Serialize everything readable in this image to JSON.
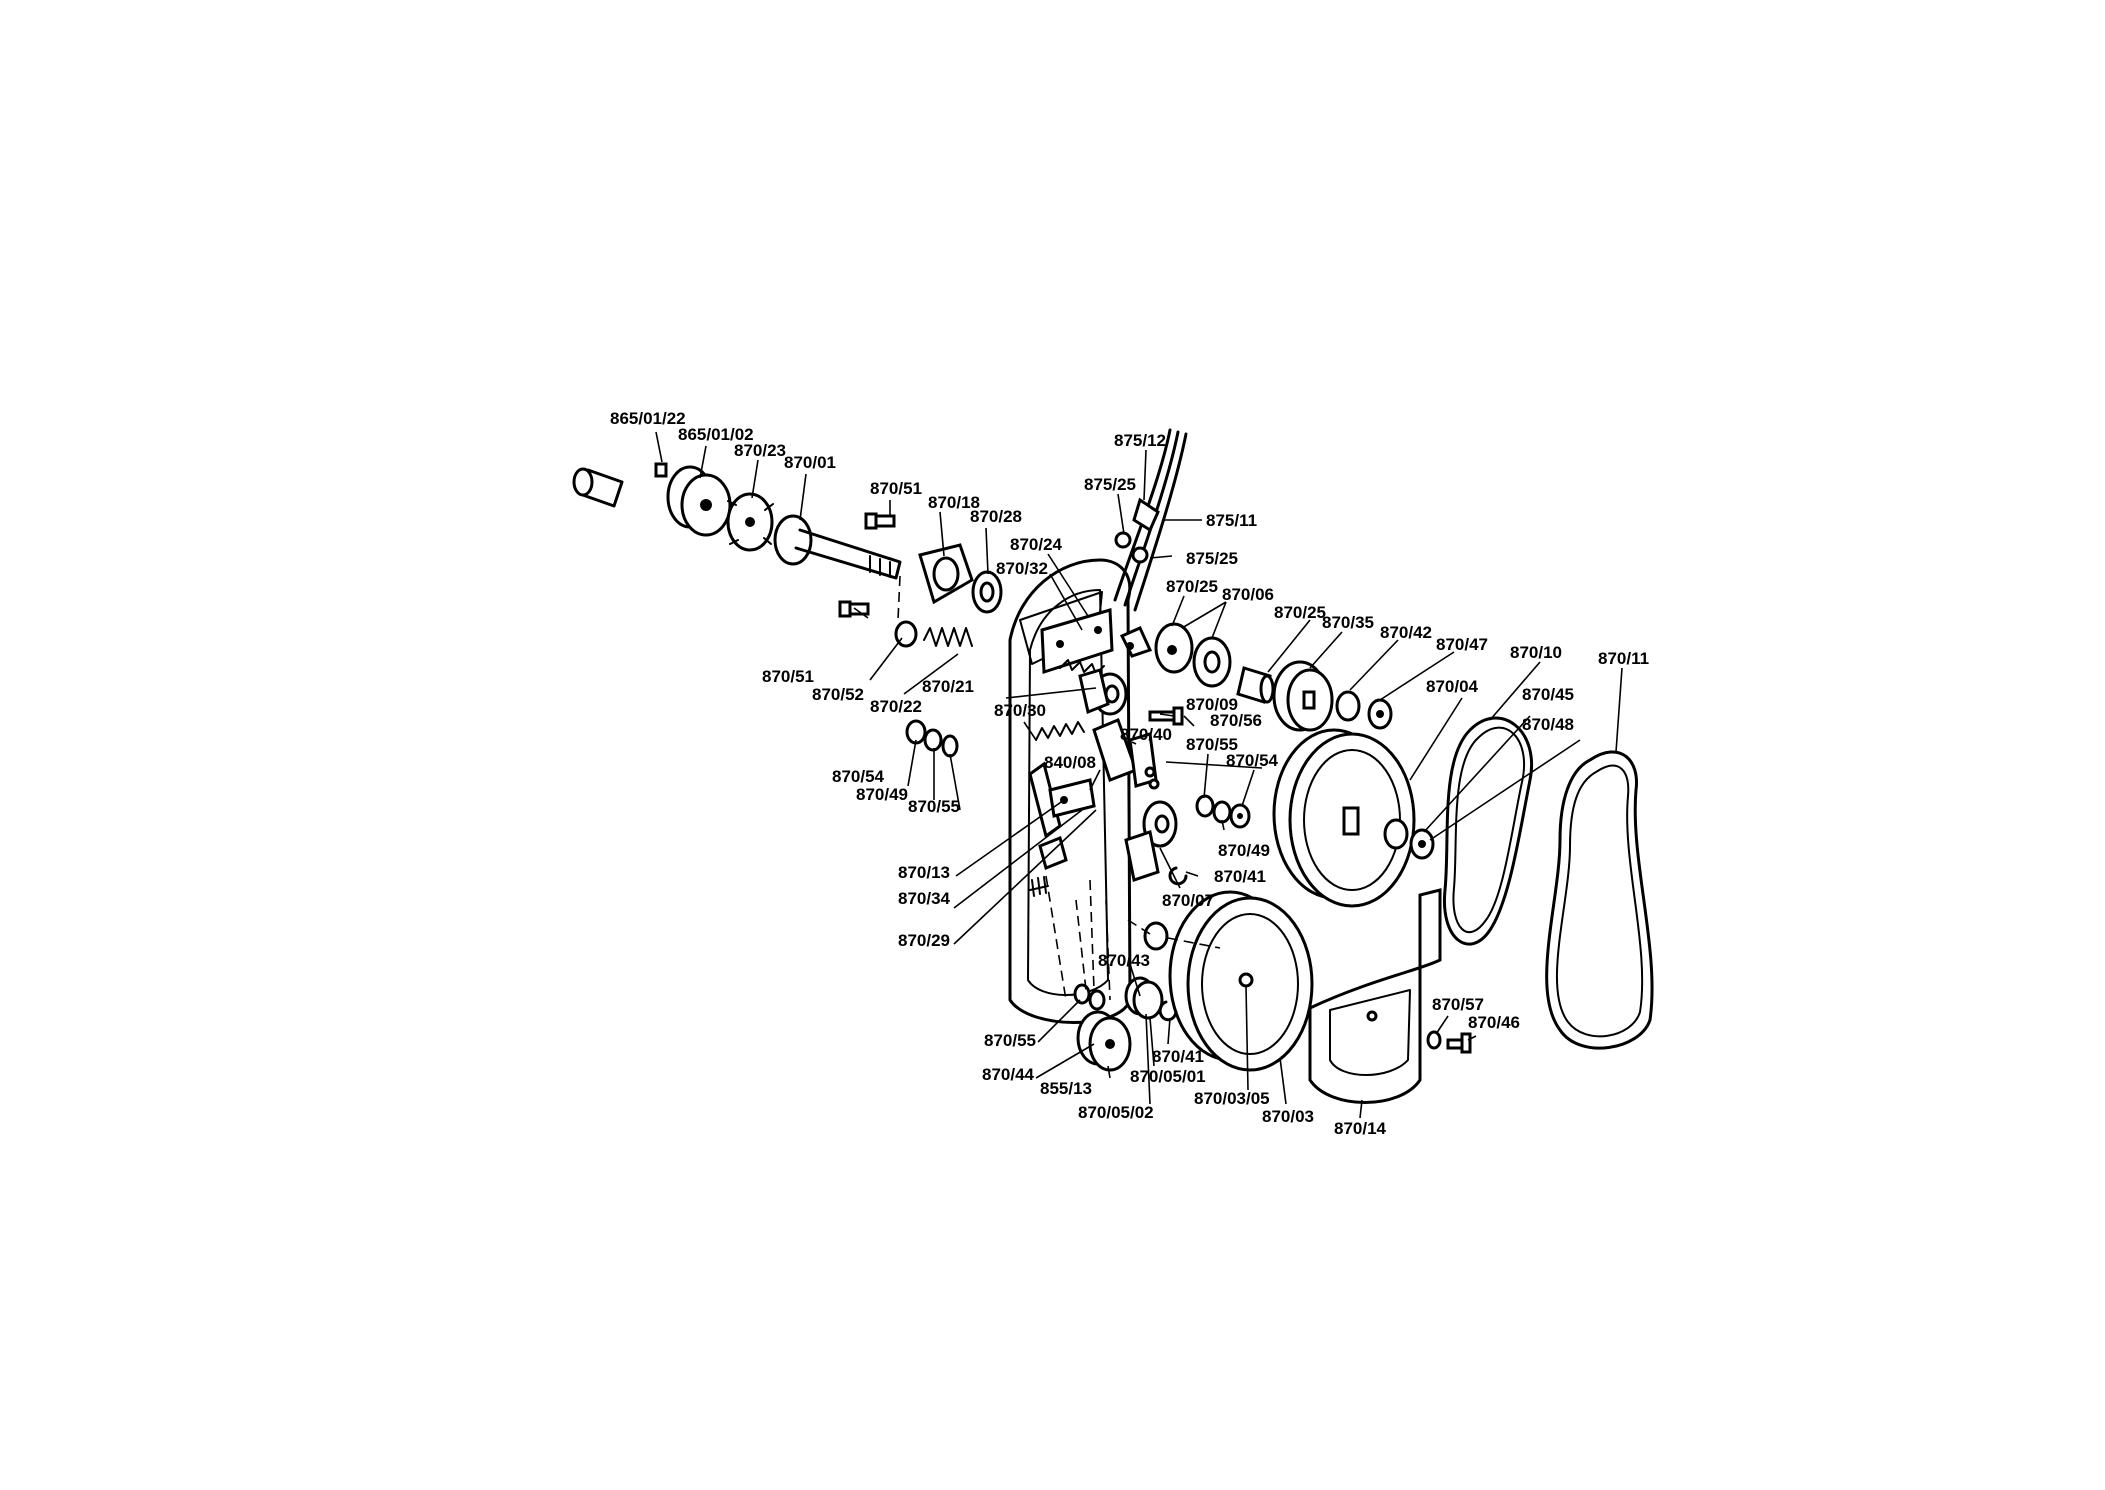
{
  "labels": {
    "l865_01_22": "865/01/22",
    "l865_01_02": "865/01/02",
    "l870_23": "870/23",
    "l870_01": "870/01",
    "l870_51_top": "870/51",
    "l870_18": "870/18",
    "l870_28": "870/28",
    "l870_24": "870/24",
    "l870_32": "870/32",
    "l875_12": "875/12",
    "l875_25_top": "875/25",
    "l875_11": "875/11",
    "l875_25_bottom": "875/25",
    "l870_25_a": "870/25",
    "l870_06": "870/06",
    "l870_25_b": "870/25",
    "l870_35": "870/35",
    "l870_42": "870/42",
    "l870_47": "870/47",
    "l870_10": "870/10",
    "l870_11": "870/11",
    "l870_51_bottom": "870/51",
    "l870_52": "870/52",
    "l870_22": "870/22",
    "l870_21": "870/21",
    "l870_09": "870/09",
    "l870_56": "870/56",
    "l870_04": "870/04",
    "l870_45": "870/45",
    "l870_48": "870/48",
    "l870_30": "870/30",
    "l870_40": "870/40",
    "l870_55_mid": "870/55",
    "l870_54_mid": "870/54",
    "l870_54_left": "870/54",
    "l870_49_left": "870/49",
    "l870_55_left": "870/55",
    "l840_08": "840/08",
    "l870_49_mid": "870/49",
    "l870_13": "870/13",
    "l870_41_mid": "870/41",
    "l870_34": "870/34",
    "l870_07": "870/07",
    "l870_29": "870/29",
    "l870_43": "870/43",
    "l870_57": "870/57",
    "l870_46": "870/46",
    "l870_55_bottom": "870/55",
    "l870_41_bottom": "870/41",
    "l870_44": "870/44",
    "l870_05_01": "870/05/01",
    "l855_13": "855/13",
    "l870_03_05": "870/03/05",
    "l870_03": "870/03",
    "l870_05_02": "870/05/02",
    "l870_14": "870/14"
  }
}
